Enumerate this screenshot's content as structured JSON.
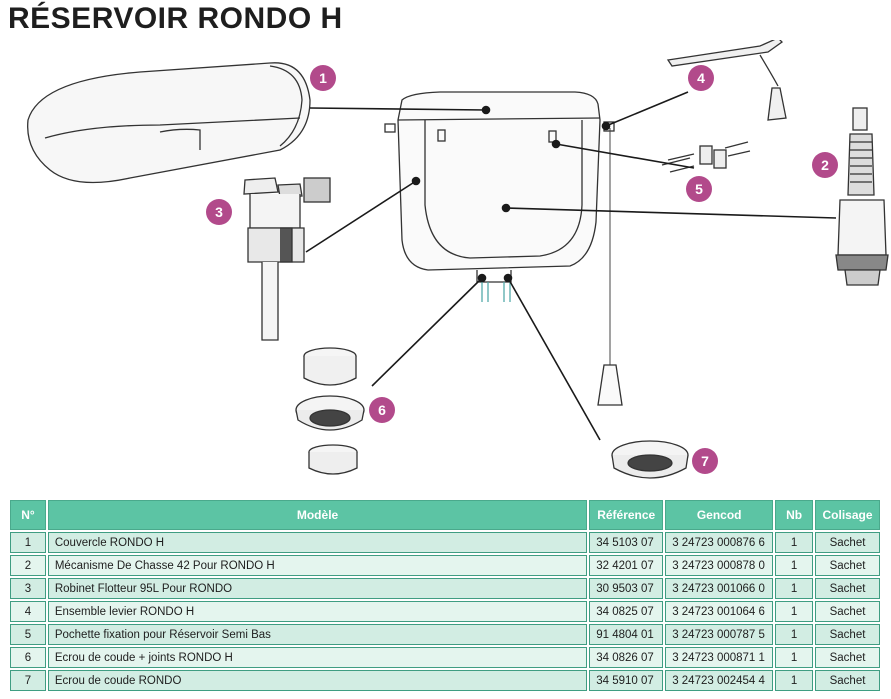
{
  "title": "RÉSERVOIR RONDO H",
  "callouts": [
    "1",
    "2",
    "3",
    "4",
    "5",
    "6",
    "7"
  ],
  "colors": {
    "callout": "#b24a8b",
    "header": "#5cc4a4",
    "row_odd": "#d2ede3",
    "row_even": "#e4f5ee",
    "border": "#3f9d82"
  },
  "table": {
    "headers": [
      "N°",
      "Modèle",
      "Référence",
      "Gencod",
      "Nb",
      "Colisage"
    ],
    "rows": [
      [
        "1",
        "Couvercle RONDO H",
        "34 5103 07",
        "3 24723 000876 6",
        "1",
        "Sachet"
      ],
      [
        "2",
        "Mécanisme De Chasse 42 Pour RONDO H",
        "32 4201 07",
        "3 24723 000878 0",
        "1",
        "Sachet"
      ],
      [
        "3",
        "Robinet Flotteur 95L Pour RONDO",
        "30 9503 07",
        "3 24723 001066 0",
        "1",
        "Sachet"
      ],
      [
        "4",
        "Ensemble levier RONDO H",
        "34 0825 07",
        "3 24723 001064 6",
        "1",
        "Sachet"
      ],
      [
        "5",
        "Pochette fixation pour Réservoir Semi Bas",
        "91 4804 01",
        "3 24723 000787 5",
        "1",
        "Sachet"
      ],
      [
        "6",
        "Ecrou de coude + joints RONDO H",
        "34 0826 07",
        "3 24723 000871 1",
        "1",
        "Sachet"
      ],
      [
        "7",
        "Ecrou de coude RONDO",
        "34 5910 07",
        "3 24723 002454 4",
        "1",
        "Sachet"
      ]
    ]
  }
}
